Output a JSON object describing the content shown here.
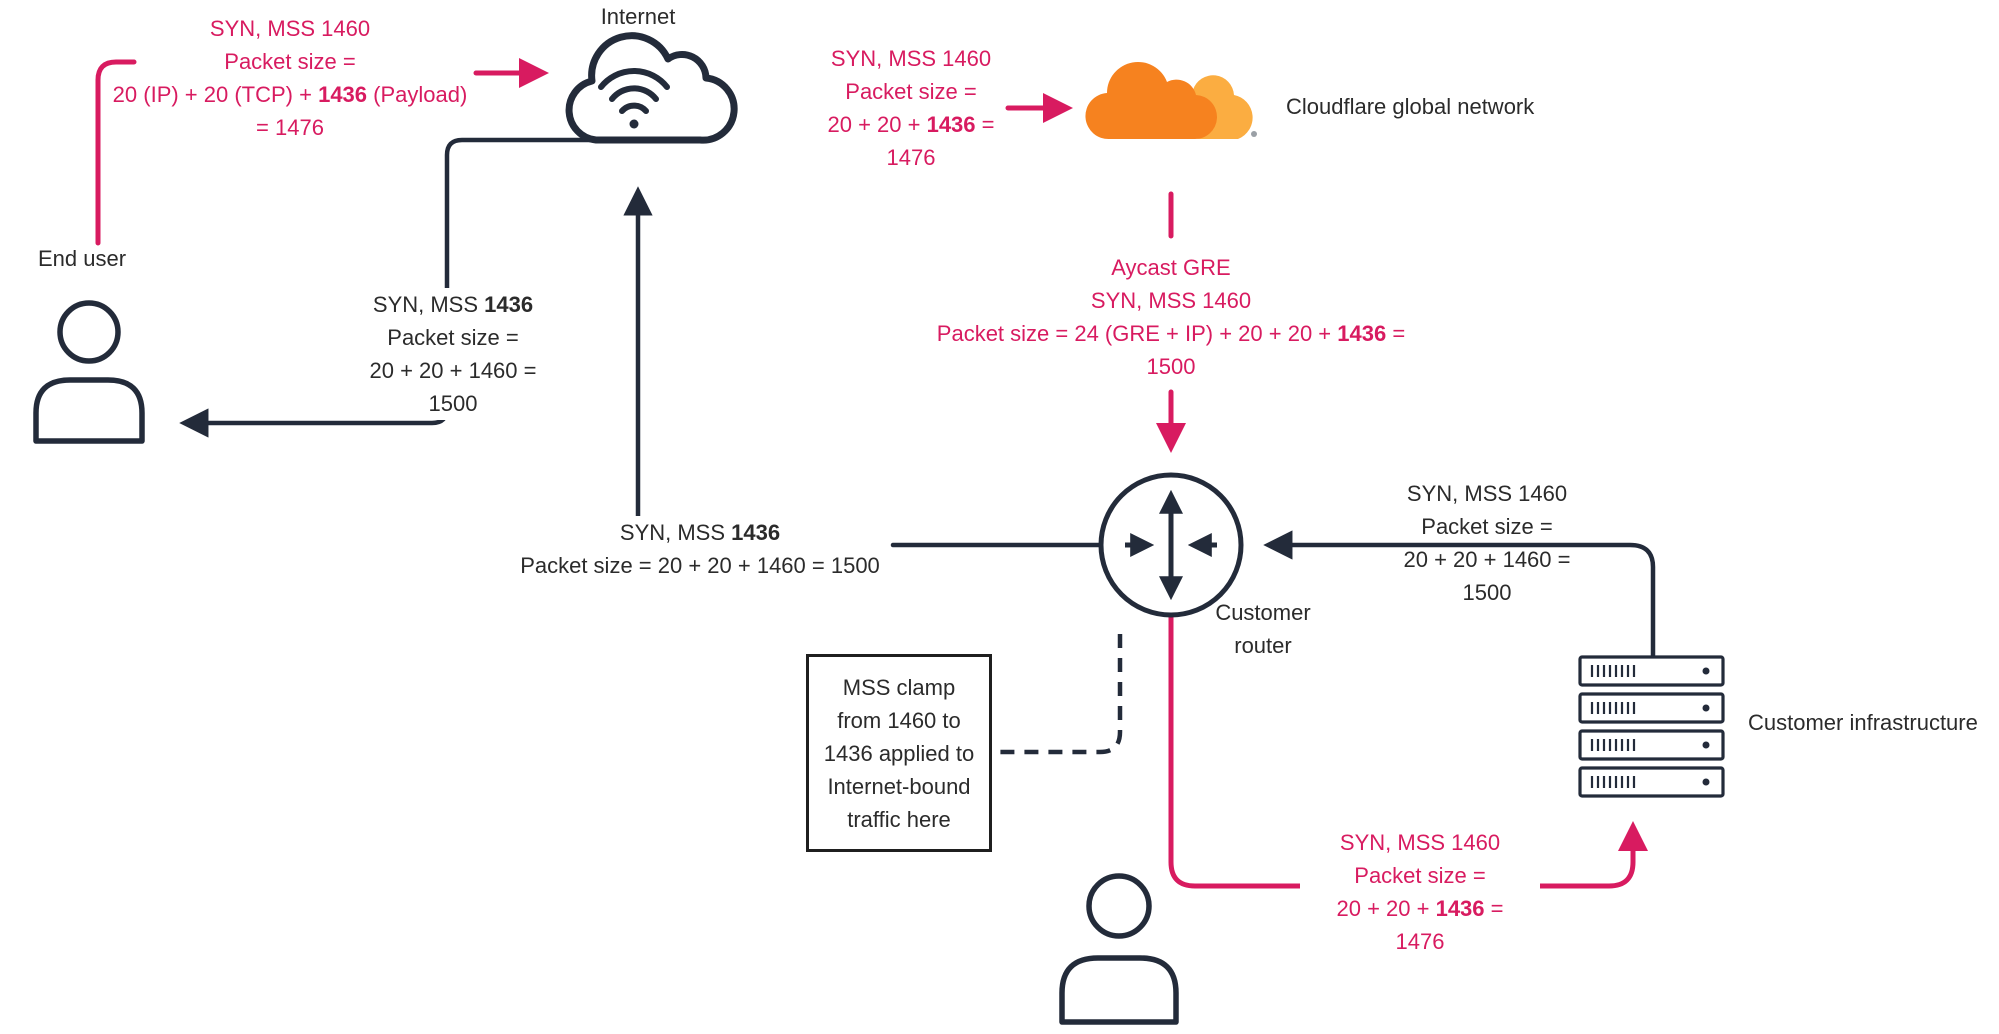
{
  "colors": {
    "flow_pink": "#D81B60",
    "line_dark": "#232B3A",
    "text_dark": "#2B2B2B",
    "cloudflare_orange": "#F6821F",
    "cloudflare_orange_light": "#FBAD41"
  },
  "nodes": {
    "internet": {
      "label": "Internet"
    },
    "cloudflare": {
      "label": "Cloudflare global network"
    },
    "end_user": {
      "label": "End user"
    },
    "customer_router": {
      "label": "Customer router"
    },
    "customer_infrastructure": {
      "label": "Customer infrastructure"
    }
  },
  "flows": {
    "user_to_internet": {
      "l1": "SYN, MSS 1460",
      "l2": "Packet size =",
      "l3a": "20 (IP) + 20 (TCP) + ",
      "l3b": "1436",
      "l3c": " (Payload)",
      "l4": "= 1476"
    },
    "internet_to_cloudflare": {
      "l1": "SYN, MSS 1460",
      "l2": "Packet size =",
      "l3a": "20 + 20 + ",
      "l3b": "1436",
      "l3c": " =",
      "l4": "1476"
    },
    "cloudflare_to_router": {
      "l1": "Aycast GRE",
      "l2": "SYN, MSS 1460",
      "l3a": "Packet size = 24 (GRE + IP) + 20 + 20 + ",
      "l3b": "1436",
      "l3c": " =",
      "l4": "1500"
    },
    "internet_to_user": {
      "l1a": "SYN, MSS ",
      "l1b": "1436",
      "l2": "Packet size =",
      "l3": "20 + 20 + 1460 =",
      "l4": "1500"
    },
    "router_to_internet": {
      "l1a": "SYN, MSS ",
      "l1b": "1436",
      "l2": "Packet size = 20 + 20 + 1460 = 1500"
    },
    "infra_to_router": {
      "l1": "SYN, MSS 1460",
      "l2": "Packet size =",
      "l3": "20 + 20 + 1460 =",
      "l4": "1500"
    },
    "router_to_infra": {
      "l1": "SYN, MSS 1460",
      "l2": "Packet size =",
      "l3a": "20 + 20 + ",
      "l3b": "1436",
      "l3c": " =",
      "l4": "1476"
    }
  },
  "note": {
    "l1": "MSS clamp",
    "l2": "from 1460 to",
    "l3": "1436 applied to",
    "l4": "Internet-bound",
    "l5": "traffic here"
  }
}
